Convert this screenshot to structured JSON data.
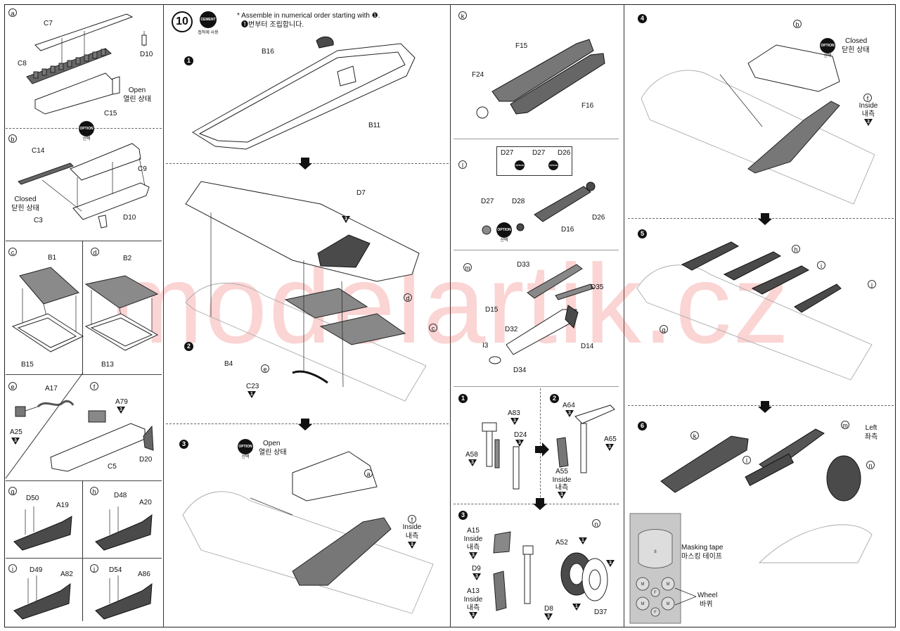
{
  "step_number": "10",
  "cement_badge": "CEMENT",
  "cement_caption": "접착제 사용",
  "instruction_en": "* Assemble in numerical order starting with ❶.",
  "instruction_ko": "❶번부터 조립합니다.",
  "option_badge": "OPTION",
  "option_caption": "선택",
  "watermark": "modelartik.cz",
  "sub_a": {
    "marker": "a",
    "labels": {
      "c7": "C7",
      "c8": "C8",
      "d10": "D10",
      "c15": "C15"
    },
    "state_en": "Open",
    "state_ko": "열린 상태"
  },
  "sub_b": {
    "marker": "b",
    "labels": {
      "c14": "C14",
      "c9": "C9",
      "c3": "C3",
      "d10": "D10"
    },
    "state_en": "Closed",
    "state_ko": "닫힌 상태"
  },
  "sub_c": {
    "marker": "c",
    "labels": {
      "b1": "B1",
      "b15": "B15"
    }
  },
  "sub_d": {
    "marker": "d",
    "labels": {
      "b2": "B2",
      "b13": "B13"
    }
  },
  "sub_e": {
    "marker": "e",
    "labels": {
      "a17": "A17",
      "a25": "A25"
    },
    "tri": "3"
  },
  "sub_f": {
    "marker": "f",
    "labels": {
      "a79": "A79",
      "c5": "C5",
      "d20": "D20"
    },
    "tri": "3"
  },
  "sub_g": {
    "marker": "g",
    "labels": {
      "d50": "D50",
      "a19": "A19"
    }
  },
  "sub_h": {
    "marker": "h",
    "labels": {
      "d48": "D48",
      "a20": "A20"
    }
  },
  "sub_i": {
    "marker": "i",
    "labels": {
      "d49": "D49",
      "a82": "A82"
    }
  },
  "sub_j": {
    "marker": "j",
    "labels": {
      "d54": "D54",
      "a86": "A86"
    }
  },
  "main_1": {
    "step": "1",
    "labels": {
      "b16": "B16",
      "b11": "B11"
    }
  },
  "main_2": {
    "step": "2",
    "labels": {
      "d7": "D7",
      "d": "d",
      "c": "c",
      "b4": "B4",
      "e": "e",
      "c23": "C23"
    },
    "tri": "1",
    "tri3": "3"
  },
  "main_3": {
    "step": "3",
    "labels": {
      "a": "a",
      "f": "f"
    },
    "state_en": "Open",
    "state_ko": "열린 상태",
    "inside_en": "Inside",
    "inside_ko": "내측",
    "tri": "3"
  },
  "sub_k": {
    "marker": "k",
    "labels": {
      "f15": "F15",
      "f24": "F24",
      "f16": "F16"
    }
  },
  "sub_l": {
    "marker": "l",
    "labels": {
      "d27": "D27",
      "d27b": "D27",
      "d26": "D26",
      "d28": "D28",
      "d16": "D16",
      "d26b": "D26",
      "d27c": "D27"
    }
  },
  "sub_m": {
    "marker": "m",
    "labels": {
      "d33": "D33",
      "d35": "D35",
      "d15": "D15",
      "d32": "D32",
      "i3": "I3",
      "d34": "D34",
      "d14": "D14"
    }
  },
  "gear_1": {
    "step": "1",
    "labels": {
      "a83": "A83",
      "d24": "D24",
      "a58": "A58"
    },
    "tri": "3"
  },
  "gear_2": {
    "step": "2",
    "labels": {
      "a64": "A64",
      "a65": "A65",
      "a55": "A55"
    },
    "inside_en": "Inside",
    "inside_ko": "내측",
    "tri": "3"
  },
  "gear_3": {
    "step": "3",
    "labels": {
      "a15": "A15",
      "d9": "D9",
      "a13": "A13",
      "d8": "D8",
      "a52": "A52",
      "d37": "D37",
      "n": "n"
    },
    "inside_en": "Inside",
    "inside_ko": "내측",
    "tri": "3",
    "tri1": "1"
  },
  "right_4": {
    "step": "4",
    "labels": {
      "b": "b",
      "f": "f"
    },
    "state_en": "Closed",
    "state_ko": "닫힌 상태",
    "inside_en": "Inside",
    "inside_ko": "내측",
    "tri": "3"
  },
  "right_5": {
    "step": "5",
    "labels": {
      "h": "h",
      "i": "i",
      "j": "j",
      "g": "g"
    }
  },
  "right_6": {
    "step": "6",
    "labels": {
      "k": "k",
      "m": "m",
      "l": "l",
      "n": "n"
    },
    "side_en": "Left",
    "side_ko": "좌측"
  },
  "masking": {
    "en": "Masking tape",
    "ko": "마스킹 테이프",
    "wheel_en": "Wheel",
    "wheel_ko": "바퀴"
  }
}
